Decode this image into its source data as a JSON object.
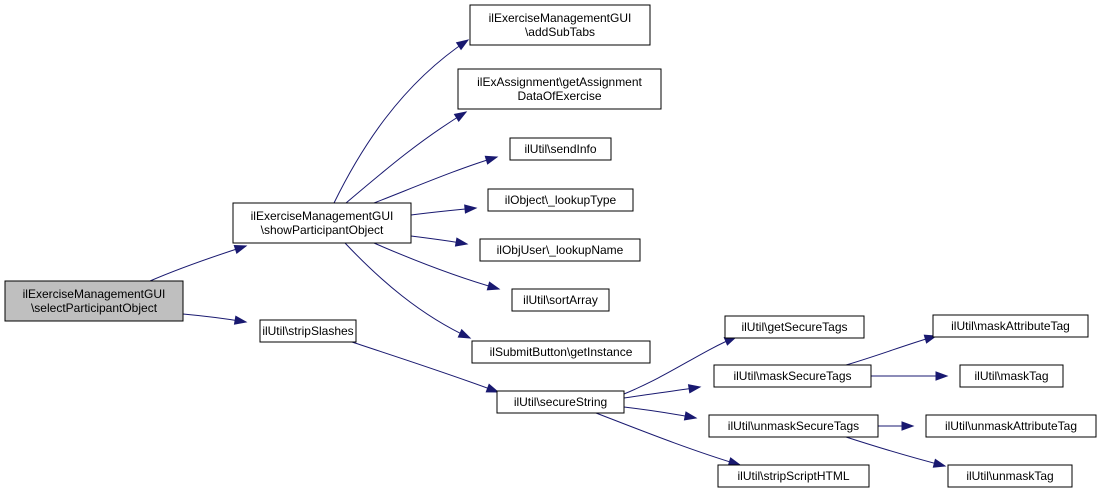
{
  "nodes": {
    "root": {
      "lines": [
        "ilExerciseManagementGUI",
        "\\selectParticipantObject"
      ]
    },
    "showPart": {
      "lines": [
        "ilExerciseManagementGUI",
        "\\showParticipantObject"
      ]
    },
    "stripSlashes": {
      "lines": [
        "ilUtil\\stripSlashes"
      ]
    },
    "addSubTabs": {
      "lines": [
        "ilExerciseManagementGUI",
        "\\addSubTabs"
      ]
    },
    "getAssign": {
      "lines": [
        "ilExAssignment\\getAssignment",
        "DataOfExercise"
      ]
    },
    "sendInfo": {
      "lines": [
        "ilUtil\\sendInfo"
      ]
    },
    "lookupType": {
      "lines": [
        "ilObject\\_lookupType"
      ]
    },
    "lookupName": {
      "lines": [
        "ilObjUser\\_lookupName"
      ]
    },
    "sortArray": {
      "lines": [
        "ilUtil\\sortArray"
      ]
    },
    "getInstance": {
      "lines": [
        "ilSubmitButton\\getInstance"
      ]
    },
    "secureString": {
      "lines": [
        "ilUtil\\secureString"
      ]
    },
    "getSecureTags": {
      "lines": [
        "ilUtil\\getSecureTags"
      ]
    },
    "maskSecure": {
      "lines": [
        "ilUtil\\maskSecureTags"
      ]
    },
    "unmaskSecure": {
      "lines": [
        "ilUtil\\unmaskSecureTags"
      ]
    },
    "stripScript": {
      "lines": [
        "ilUtil\\stripScriptHTML"
      ]
    },
    "maskAttr": {
      "lines": [
        "ilUtil\\maskAttributeTag"
      ]
    },
    "maskTag": {
      "lines": [
        "ilUtil\\maskTag"
      ]
    },
    "unmaskAttr": {
      "lines": [
        "ilUtil\\unmaskAttributeTag"
      ]
    },
    "unmaskTag": {
      "lines": [
        "ilUtil\\unmaskTag"
      ]
    }
  },
  "edges": [
    [
      "root",
      "showPart"
    ],
    [
      "root",
      "stripSlashes"
    ],
    [
      "showPart",
      "addSubTabs"
    ],
    [
      "showPart",
      "getAssign"
    ],
    [
      "showPart",
      "sendInfo"
    ],
    [
      "showPart",
      "lookupType"
    ],
    [
      "showPart",
      "lookupName"
    ],
    [
      "showPart",
      "sortArray"
    ],
    [
      "showPart",
      "getInstance"
    ],
    [
      "stripSlashes",
      "secureString"
    ],
    [
      "secureString",
      "getSecureTags"
    ],
    [
      "secureString",
      "maskSecure"
    ],
    [
      "secureString",
      "unmaskSecure"
    ],
    [
      "secureString",
      "stripScript"
    ],
    [
      "maskSecure",
      "maskAttr"
    ],
    [
      "maskSecure",
      "maskTag"
    ],
    [
      "unmaskSecure",
      "unmaskAttr"
    ],
    [
      "unmaskSecure",
      "unmaskTag"
    ]
  ],
  "colors": {
    "edge": "#191970",
    "root_fill": "#bfbfbf",
    "node_fill": "#ffffff"
  }
}
